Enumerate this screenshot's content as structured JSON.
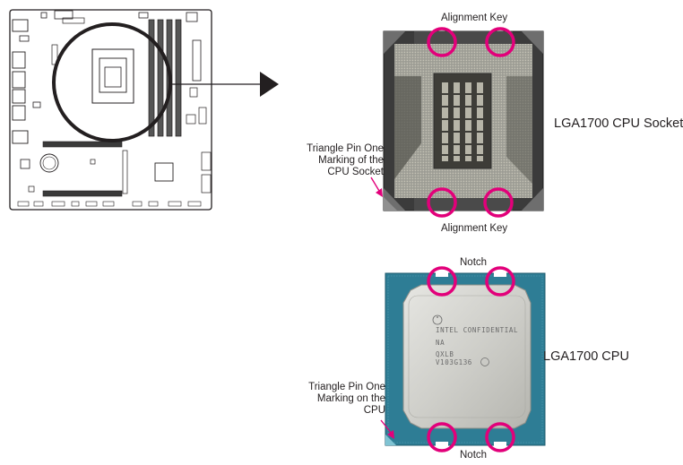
{
  "labels": {
    "alignment_key_top": "Alignment Key",
    "alignment_key_bottom": "Alignment Key",
    "socket_name": "LGA1700 CPU Socket",
    "socket_pin_one": [
      "Triangle Pin One",
      "Marking of the",
      "CPU Socket"
    ],
    "notch_top": "Notch",
    "notch_bottom": "Notch",
    "cpu_name": "LGA1700 CPU",
    "cpu_pin_one": [
      "Triangle Pin One",
      "Marking on the",
      "CPU"
    ]
  },
  "cpu_marking": {
    "line1": "INTEL CONFIDENTIAL",
    "line2": "NA",
    "line3": "QXLB",
    "line4": "V103G136"
  },
  "colors": {
    "highlight": "#e2007a",
    "pcb_blue": "#2e7d95",
    "ihs_silver": "#c9c9c4",
    "socket_metal": "#8d8d8d"
  }
}
